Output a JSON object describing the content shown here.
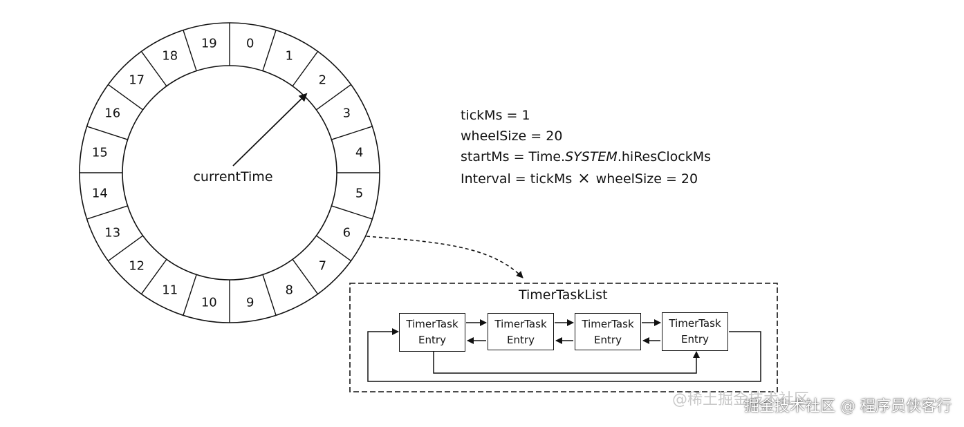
{
  "wheel": {
    "slots": [
      "0",
      "1",
      "2",
      "3",
      "4",
      "5",
      "6",
      "7",
      "8",
      "9",
      "10",
      "11",
      "12",
      "13",
      "14",
      "15",
      "16",
      "17",
      "18",
      "19"
    ],
    "center_label": "currentTime"
  },
  "params": {
    "tick": "tickMs = 1",
    "wheel_size": "wheelSize = 20",
    "start_prefix": "startMs = Time.",
    "start_system": "SYSTEM",
    "start_suffix": ".hiResClockMs",
    "interval_prefix": "Interval = tickMs",
    "interval_times": "×",
    "interval_suffix": "wheelSize = 20"
  },
  "timer_task_list": {
    "title": "TimerTaskList",
    "entries": [
      {
        "line1": "TimerTask",
        "line2": "Entry"
      },
      {
        "line1": "TimerTask",
        "line2": "Entry"
      },
      {
        "line1": "TimerTask",
        "line2": "Entry"
      },
      {
        "line1": "TimerTask",
        "line2": "Entry"
      }
    ]
  },
  "watermark": {
    "ghost": "@稀土掘金技术社区",
    "text": "掘金技术社区 @ 程序员侠客行"
  },
  "colors": {
    "stroke": "#111111",
    "background": "#ffffff"
  }
}
